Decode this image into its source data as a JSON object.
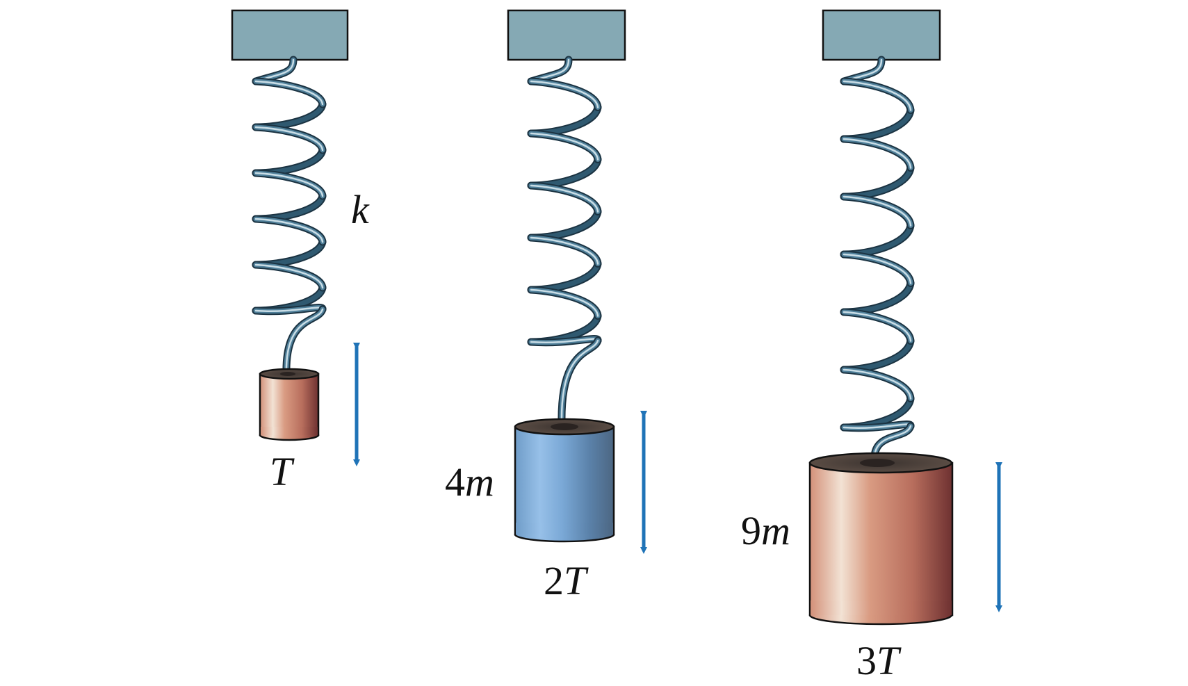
{
  "figure": {
    "systems": [
      {
        "spring_label": "k",
        "mass_label": {
          "coefficient": "",
          "variable": ""
        },
        "period_label": {
          "coefficient": "",
          "variable": "T"
        },
        "mass_color": "#c97c62"
      },
      {
        "spring_label": "",
        "mass_label": {
          "coefficient": "4",
          "variable": "m"
        },
        "period_label": {
          "coefficient": "2",
          "variable": "T"
        },
        "mass_color": "#6f9cc8"
      },
      {
        "spring_label": "",
        "mass_label": {
          "coefficient": "9",
          "variable": "m"
        },
        "period_label": {
          "coefficient": "3",
          "variable": "T"
        },
        "mass_color": "#c97c62"
      }
    ],
    "colors": {
      "support": "#85a9b4",
      "spring": "#4f7f99",
      "spring_dark": "#2f5970",
      "arrow": "#1f73b7",
      "copper_light": "#f3e4d7",
      "copper_dark": "#6e3131",
      "blue_light": "#86b3df",
      "blue_dark": "#516f8d"
    },
    "icons": [
      "ceiling-support",
      "coil-spring",
      "cylinder-mass",
      "double-arrow"
    ]
  }
}
